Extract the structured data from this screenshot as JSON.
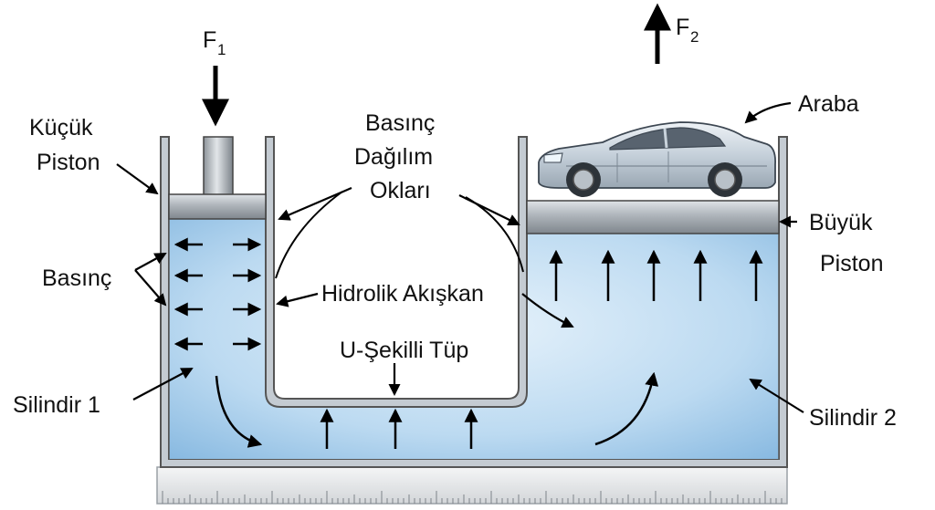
{
  "labels": {
    "f1": "F",
    "f1_sub": "1",
    "f2": "F",
    "f2_sub": "2",
    "small_piston_1": "Küçük",
    "small_piston_2": "Piston",
    "pressure_arrows_1": "Basınç",
    "pressure_arrows_2": "Dağılım",
    "pressure_arrows_3": "Okları",
    "car": "Araba",
    "big_piston_1": "Büyük",
    "big_piston_2": "Piston",
    "pressure": "Basınç",
    "hydraulic_fluid": "Hidrolik Akışkan",
    "u_tube": "U-Şekilli Tüp",
    "cylinder_1": "Silindir 1",
    "cylinder_2": "Silindir 2"
  },
  "colors": {
    "fluid_light": "#e4f1fa",
    "fluid_dark": "#8fbfe3",
    "wall": "#bcc3ca",
    "piston": "#a9aeb3",
    "car_body": "#c9d3dc",
    "arrow": "#000000"
  }
}
